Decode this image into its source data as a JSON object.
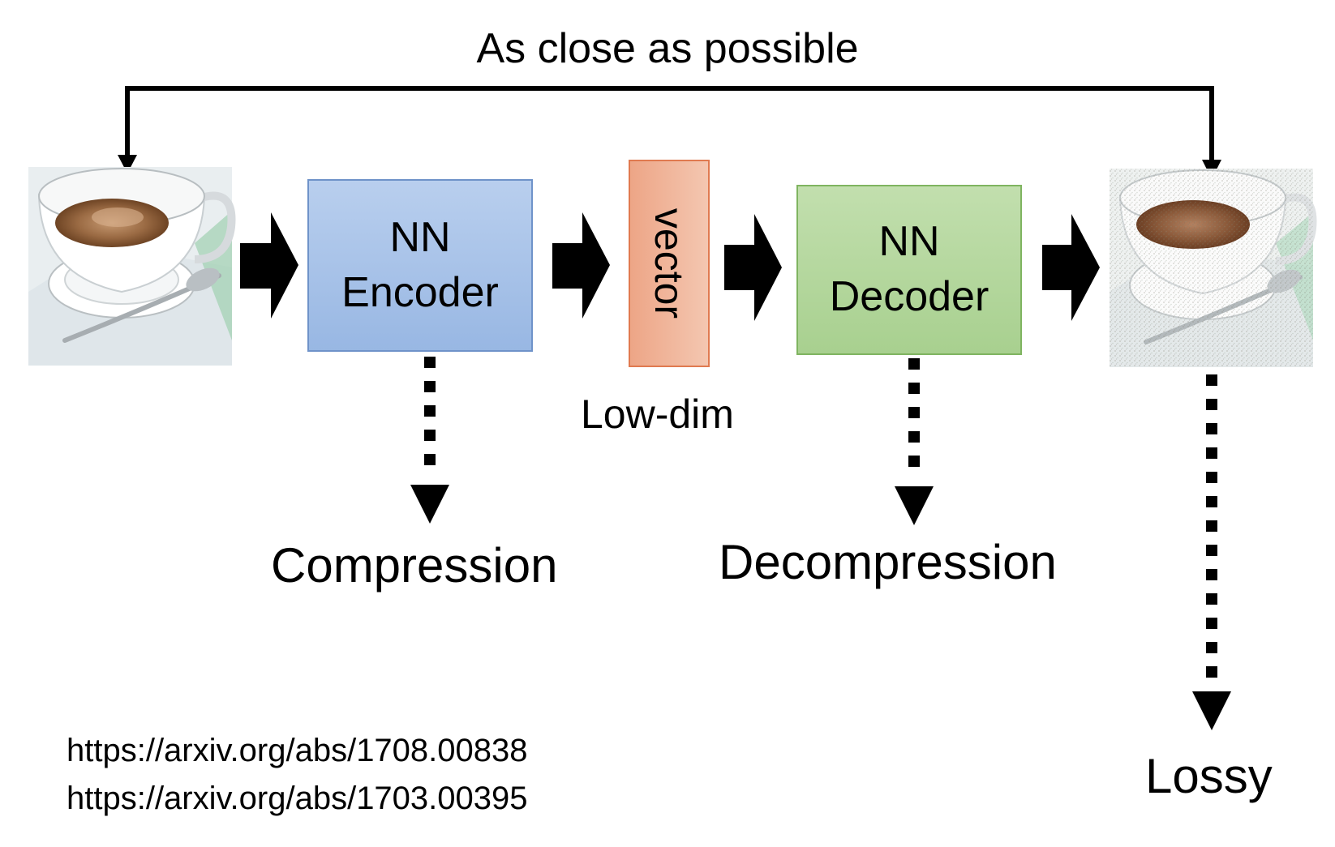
{
  "diagram": {
    "top_label": "As close as possible",
    "encoder": {
      "line1": "NN",
      "line2": "Encoder",
      "fill": "#a9c3e6",
      "stroke": "#6f93c9"
    },
    "vector": {
      "label": "vector",
      "fill": "#efb497",
      "stroke": "#e07a50"
    },
    "decoder": {
      "line1": "NN",
      "line2": "Decoder",
      "fill": "#b4d69f",
      "stroke": "#7fb460"
    },
    "low_dim_label": "Low-dim",
    "compression_label": "Compression",
    "decompression_label": "Decompression",
    "lossy_label": "Lossy",
    "references": [
      "https://arxiv.org/abs/1708.00838",
      "https://arxiv.org/abs/1703.00395"
    ]
  }
}
